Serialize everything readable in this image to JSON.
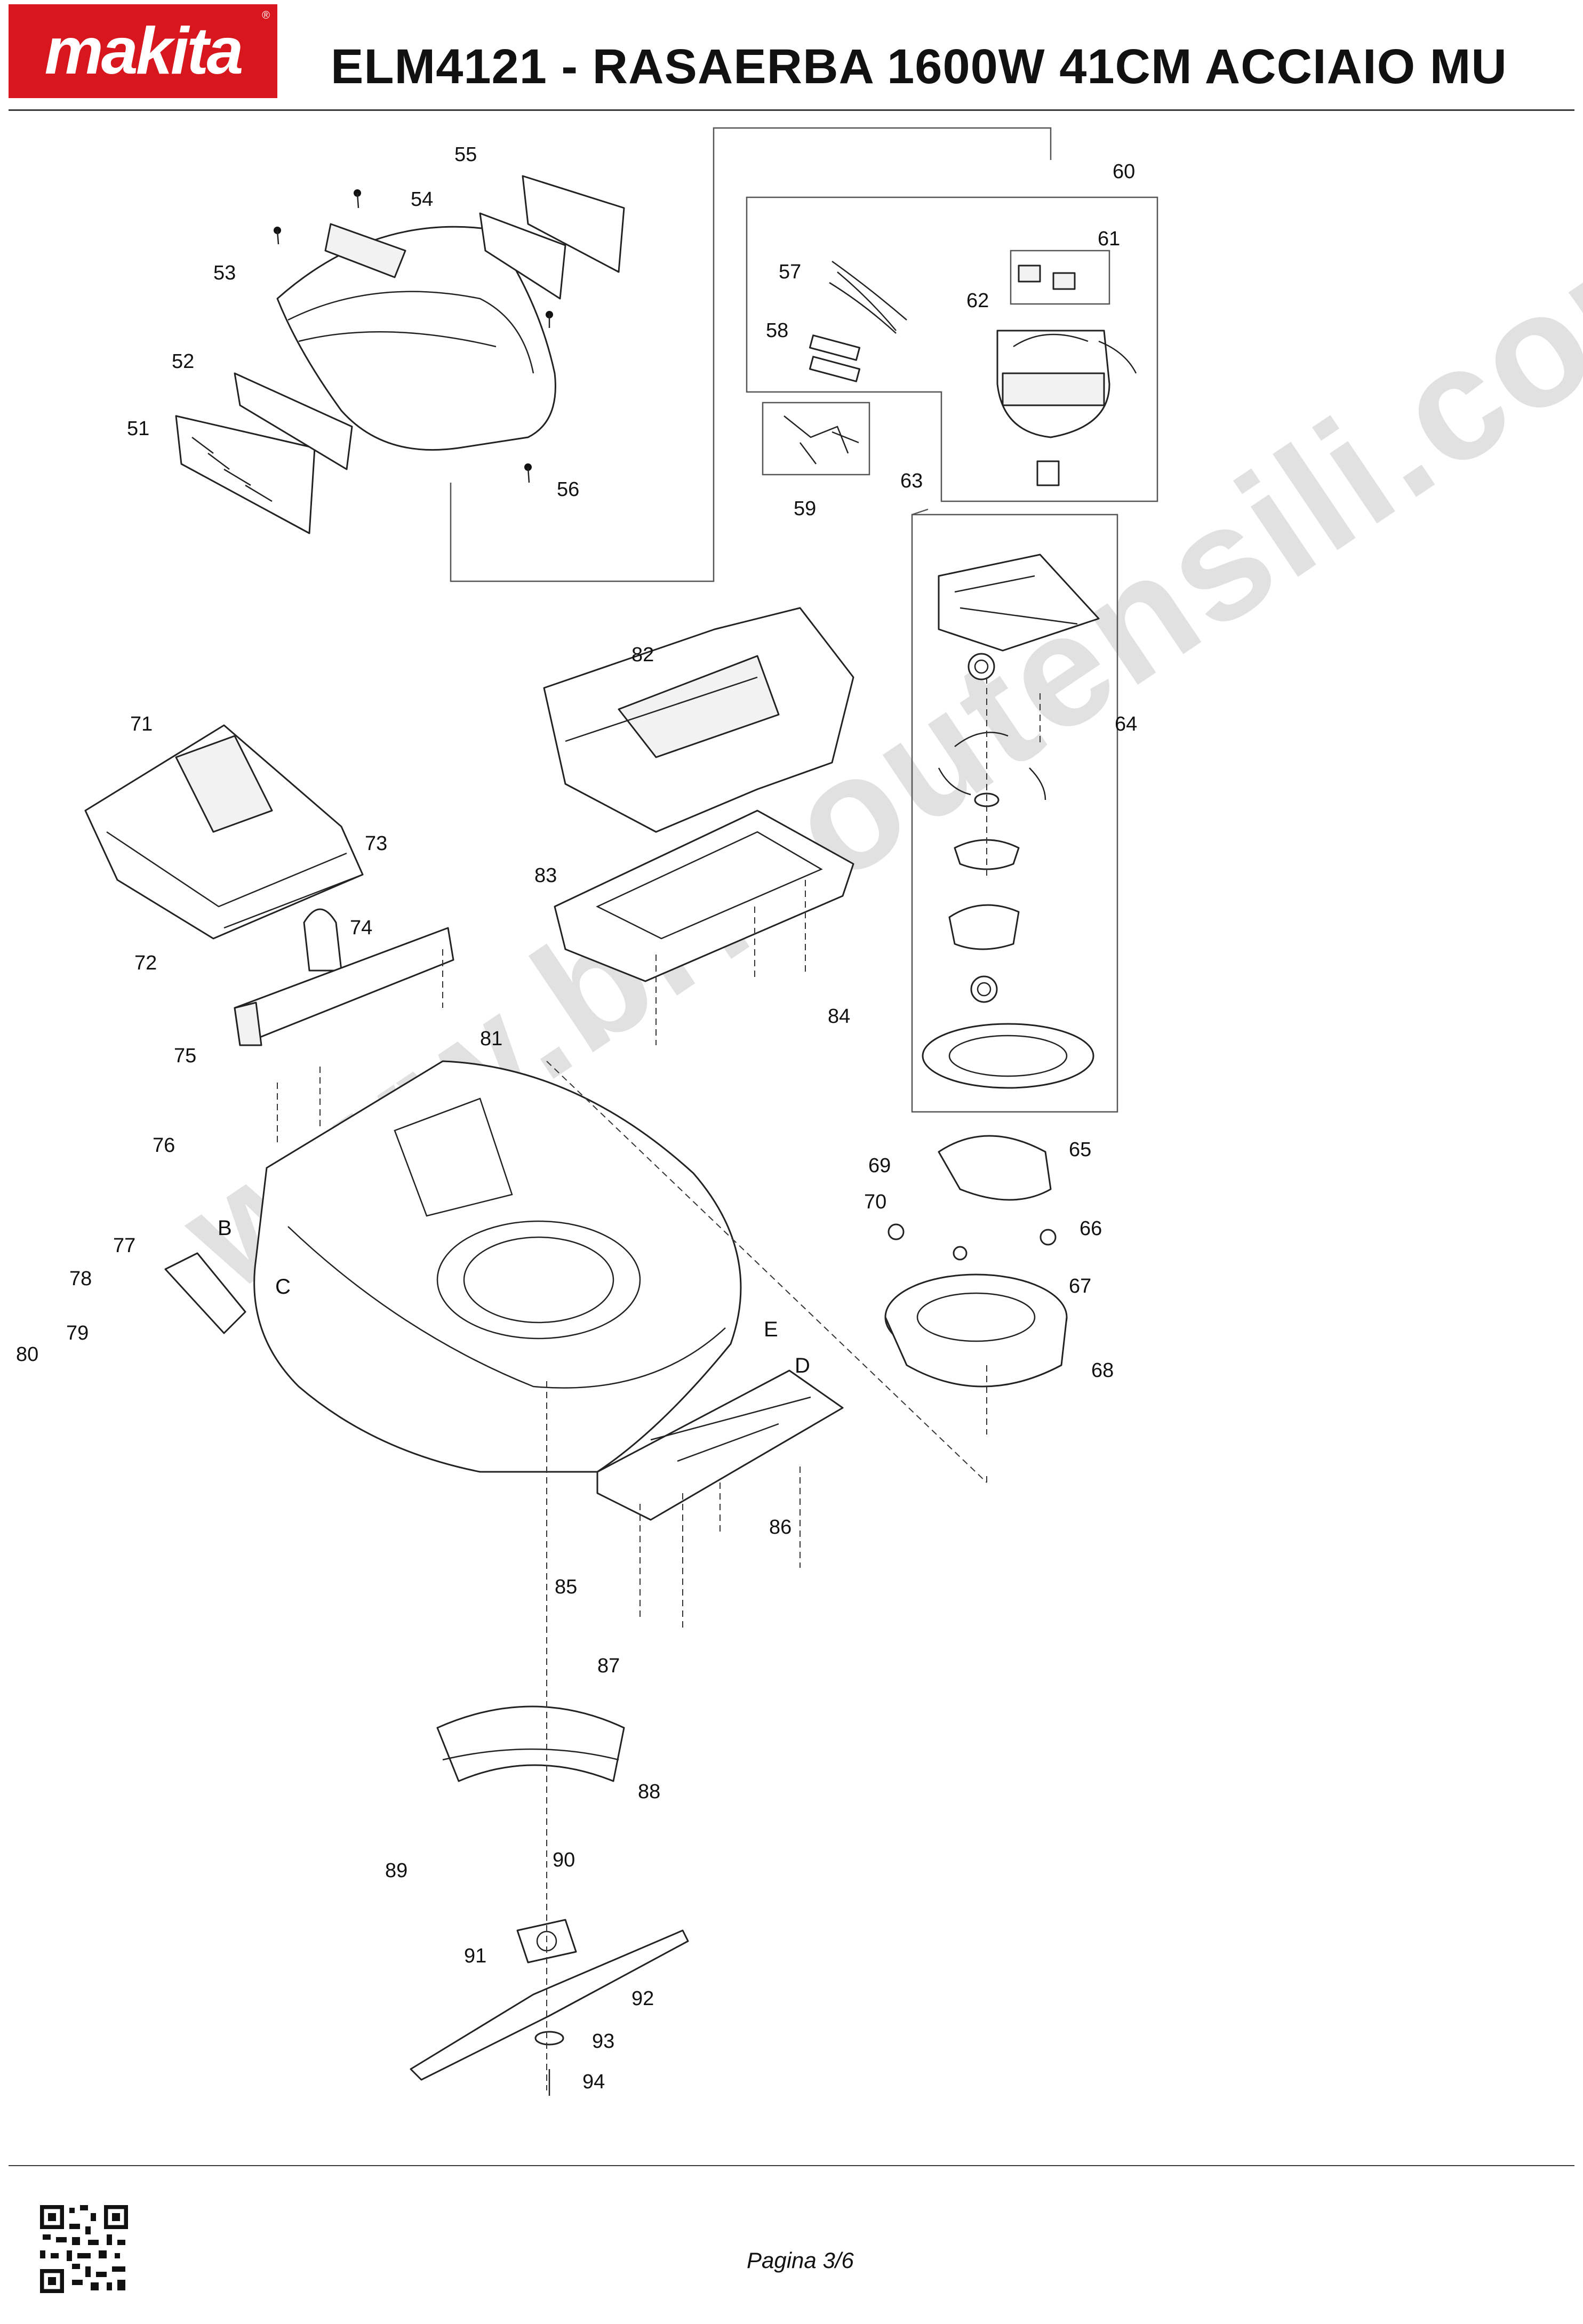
{
  "header": {
    "brand": "makita",
    "brand_mark": "®",
    "title": "ELM4121 - RASAERBA 1600W 41CM ACCIAIO MU"
  },
  "footer": {
    "page": "Pagina 3/6"
  },
  "watermark": "www.bricoutensili.com",
  "diagram": {
    "part_numbers": [
      "51",
      "52",
      "53",
      "54",
      "55",
      "56",
      "57",
      "58",
      "59",
      "60",
      "61",
      "62",
      "63",
      "64",
      "65",
      "66",
      "67",
      "68",
      "69",
      "70",
      "71",
      "72",
      "73",
      "74",
      "75",
      "76",
      "77",
      "78",
      "79",
      "80",
      "81",
      "82",
      "83",
      "84",
      "85",
      "86",
      "87",
      "88",
      "89",
      "90",
      "91",
      "92",
      "93",
      "94"
    ],
    "assembly_letters": [
      "B",
      "C",
      "D",
      "E"
    ]
  },
  "icons": {
    "logo": "makita-logo",
    "qr": "qr-code-icon"
  },
  "colors": {
    "brand_red": "#d7161e",
    "text": "#111111",
    "watermark": "#d8d8d8"
  }
}
